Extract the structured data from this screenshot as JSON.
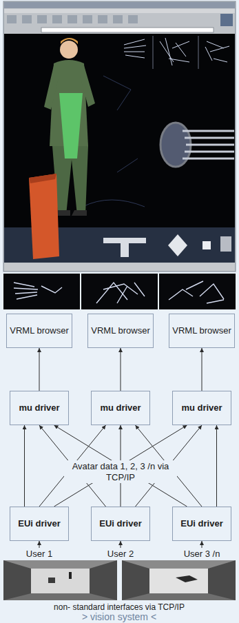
{
  "diagram": {
    "nodes": [
      {
        "text": [
          "VRML browser"
        ]
      },
      {
        "text": [
          "VRML browser"
        ]
      },
      {
        "text": [
          "VRML browser"
        ]
      },
      {
        "text": [
          "mu driver"
        ]
      },
      {
        "text": [
          "mu driver"
        ]
      },
      {
        "text": [
          "mu driver"
        ]
      },
      {
        "text": [
          "EUi driver"
        ]
      },
      {
        "text": [
          "EUi driver"
        ]
      },
      {
        "text": [
          "EUi driver"
        ]
      }
    ],
    "edges": [
      {
        "from": 3,
        "to": 0,
        "arrow": "to"
      },
      {
        "from": 4,
        "to": 1,
        "arrow": "to"
      },
      {
        "from": 5,
        "to": 2,
        "arrow": "to"
      },
      {
        "from": 6,
        "to": 3,
        "arrow": "to"
      },
      {
        "from": 6,
        "to": 4,
        "arrow": "to"
      },
      {
        "from": 6,
        "to": 5,
        "arrow": "to"
      },
      {
        "from": 7,
        "to": 3,
        "arrow": "to"
      },
      {
        "from": 7,
        "to": 4,
        "arrow": "to"
      },
      {
        "from": 7,
        "to": 5,
        "arrow": "to"
      },
      {
        "from": 8,
        "to": 3,
        "arrow": "to"
      },
      {
        "from": 8,
        "to": 4,
        "arrow": "to"
      },
      {
        "from": 8,
        "to": 5,
        "arrow": "to"
      }
    ],
    "labels": [
      "Avatar data 1, 2, 3 /n via TCP/IP",
      "User 1",
      "User 2",
      "User 3 /n",
      "non- standard interfaces via TCP/IP",
      "> vision system <"
    ]
  }
}
